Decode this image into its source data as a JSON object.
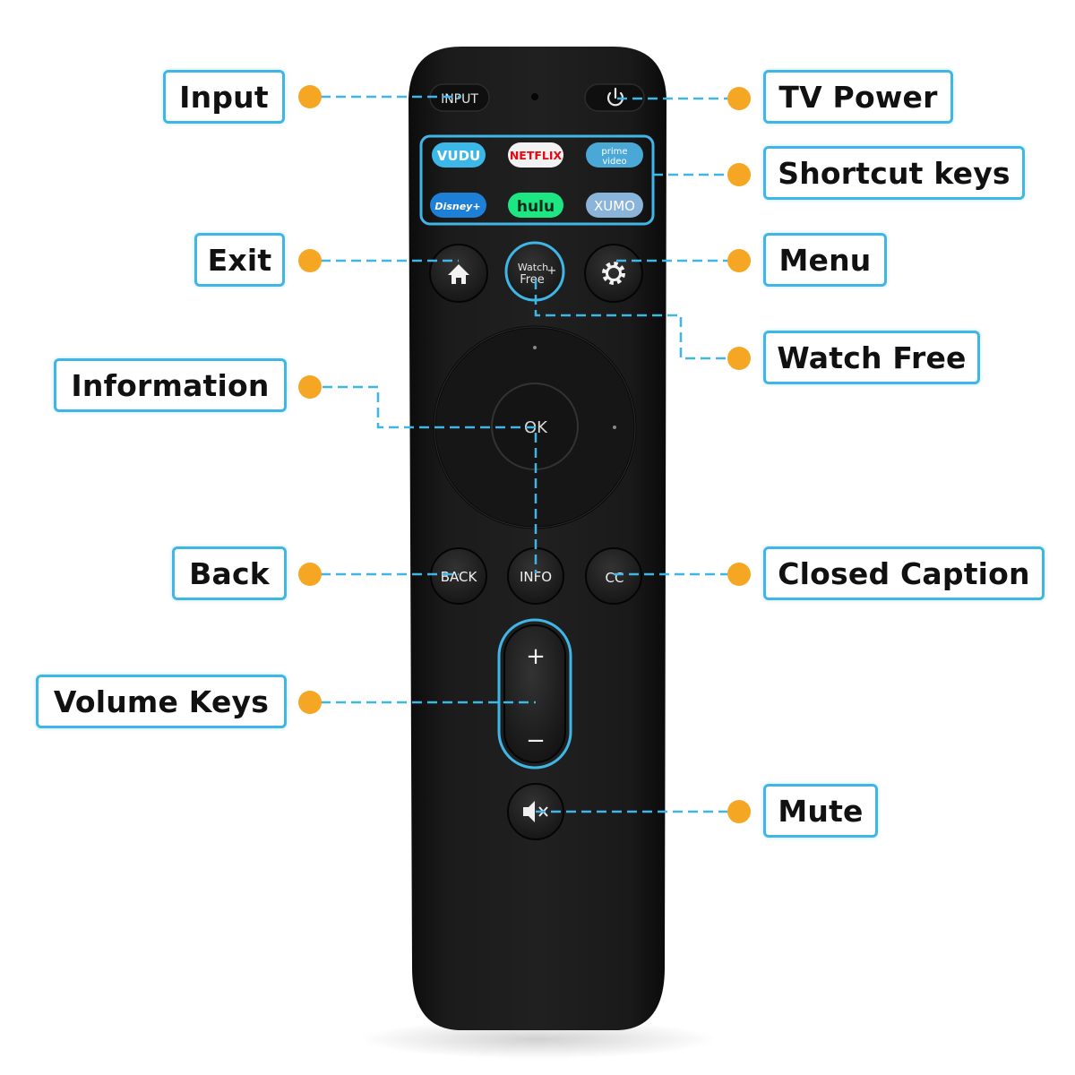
{
  "remote": {
    "buttons": {
      "input": "INPUT",
      "ok": "OK",
      "back": "BACK",
      "info": "INFO",
      "cc": "CC",
      "vol_up": "+",
      "vol_down": "−",
      "watch_free_line1": "Watch",
      "watch_free_line2": "Free",
      "watch_free_plus": "+"
    },
    "shortcuts": {
      "vudu": "VUDU",
      "netflix": "NETFLIX",
      "prime_video_line1": "prime",
      "prime_video_line2": "video",
      "disney_plus": "Disney+",
      "hulu": "hulu",
      "xumo": "XUMO"
    },
    "icons": {
      "power": "power-icon",
      "home": "home-icon",
      "settings": "gear-icon",
      "mute": "mute-icon"
    }
  },
  "callouts": {
    "input": "Input",
    "tv_power": "TV Power",
    "shortcut_keys": "Shortcut keys",
    "exit": "Exit",
    "menu": "Menu",
    "watch_free": "Watch Free",
    "information": "Information",
    "back": "Back",
    "closed_caption": "Closed Caption",
    "volume_keys": "Volume Keys",
    "mute": "Mute"
  },
  "colors": {
    "callout_border": "#3fb6e6",
    "dot": "#f5a623",
    "leader_line": "#3fb6e6",
    "remote_body": "#141414",
    "vudu": "#3bb8e8",
    "netflix_text": "#e50914",
    "prime_video": "#4aa8d6",
    "disney_plus": "#1e7fd6",
    "hulu": "#1ce783",
    "xumo": "#8ab4d9"
  }
}
